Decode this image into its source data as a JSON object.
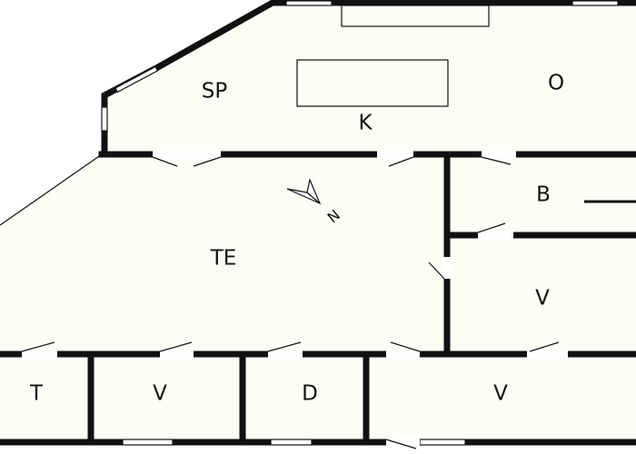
{
  "rooms": {
    "sp": "SP",
    "o": "O",
    "k": "K",
    "b": "B",
    "te": "TE",
    "v_right": "V",
    "t": "T",
    "v_bottom_left": "V",
    "d": "D",
    "v_bottom_right": "V"
  },
  "compass": {
    "letter": "N",
    "icon": "north-arrow-icon"
  },
  "colors": {
    "wall": "#111111",
    "floor": "#fdfdf6",
    "background": "#ffffff"
  }
}
